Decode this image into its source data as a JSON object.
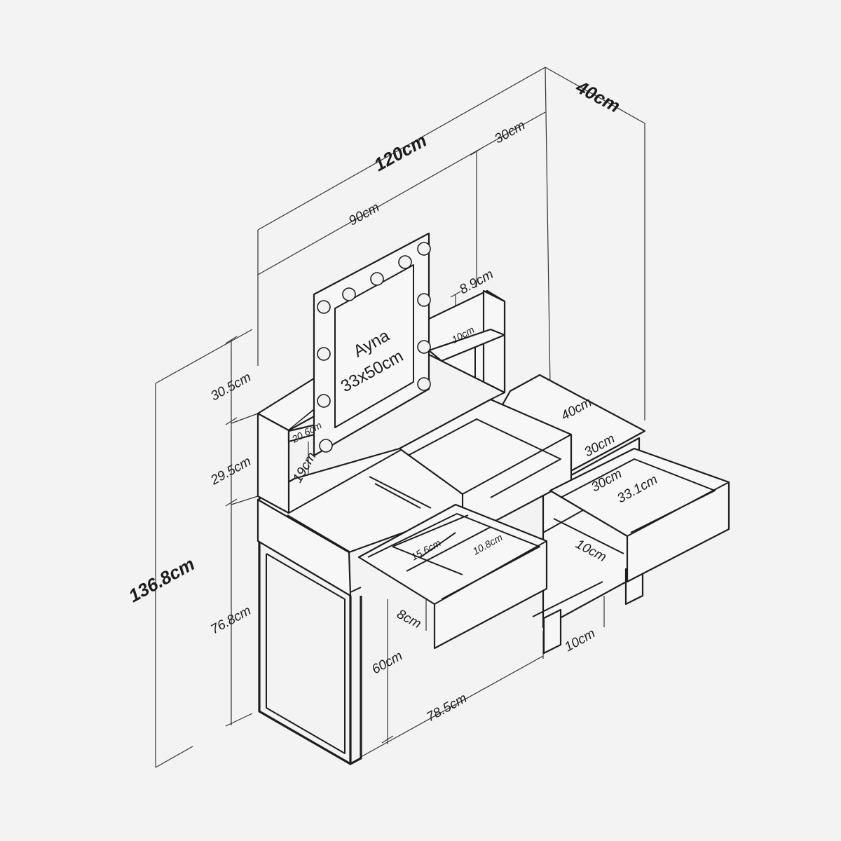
{
  "dimensions": {
    "total_width": "120cm",
    "depth": "40cm",
    "left_width": "90cm",
    "right_width": "30cm",
    "total_height": "136.8cm",
    "top_section_height": "30.5cm",
    "mid_section_height": "29.5cm",
    "table_height": "76.8cm",
    "leg_height": "60cm",
    "bottom_width": "78.5cm",
    "shelf_height": "8.9cm",
    "shelf_depth": "10cm",
    "left_shelf_width": "20.6cm",
    "left_shelf_height": "19cm",
    "right_top_depth": "40cm",
    "right_top_width": "30cm",
    "drawer_right_width": "30cm",
    "drawer_right_depth": "33.1cm",
    "drawer_right_height": "10cm",
    "drawer_left_div_a": "15.6cm",
    "drawer_left_div_b": "10.8cm",
    "drawer_left_height": "8cm",
    "foot_height": "10cm"
  },
  "mirror": {
    "name": "Ayna",
    "size": "33x50cm"
  }
}
